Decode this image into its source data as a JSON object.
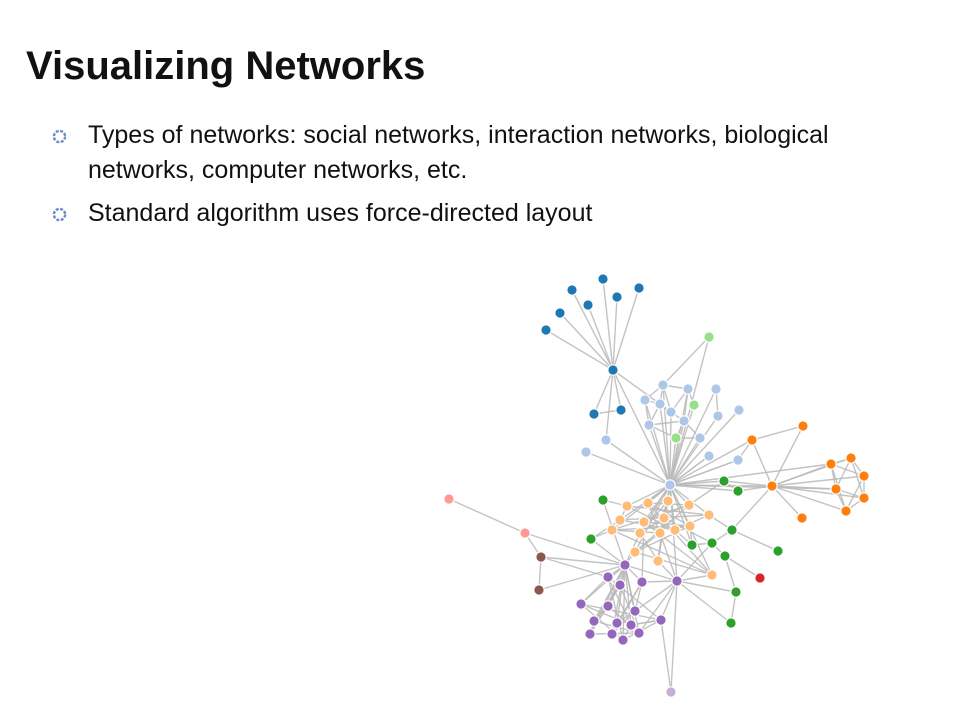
{
  "slide": {
    "title": "Visualizing Networks",
    "bullets": [
      "Types of networks: social networks, interaction networks, biological networks, computer networks, etc.",
      "Standard algorithm uses force-directed layout"
    ]
  },
  "icons": {
    "bullet": "gear-bullet-icon"
  },
  "graph": {
    "group_colors": {
      "blue": "#1f77b4",
      "lightblue": "#aec7e8",
      "lightgreen": "#98df8a",
      "orange": "#ff7f0e",
      "peach": "#ffbb78",
      "green": "#2ca02c",
      "purple": "#9467bd",
      "pink": "#ff9896",
      "brown": "#8c564b",
      "red": "#d62728",
      "lavender": "#c5b0d5"
    },
    "edge_color": "#b8b8b8"
  }
}
